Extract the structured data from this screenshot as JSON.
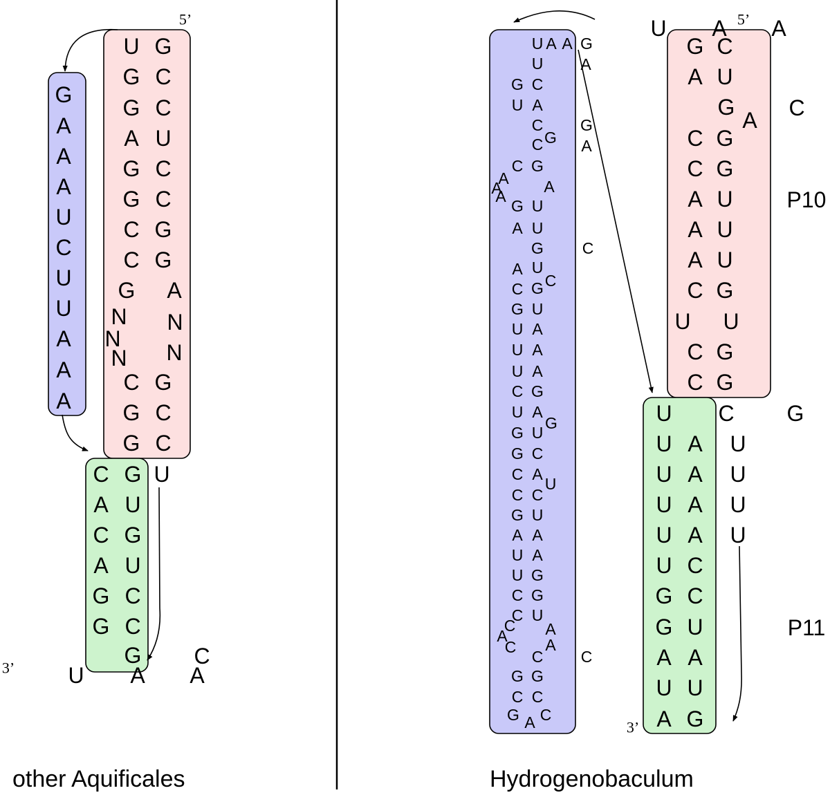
{
  "captions": {
    "left": "other Aquificales",
    "right": "Hydrogenobaculum"
  },
  "labels": {
    "p10": "P10",
    "p11": "P11",
    "five_prime": "5’",
    "three_prime": "3’"
  },
  "colors": {
    "red_box": "#fde0e0",
    "blue_box": "#c9c9f9",
    "green_box": "#cdf3cd",
    "stroke": "#000000"
  },
  "left_panel": {
    "red_box_letters": [
      "U",
      "G",
      "G",
      "C",
      "G",
      "C",
      "A",
      "U",
      "G",
      "C",
      "G",
      "C",
      "C",
      "G",
      "C",
      "G",
      "G",
      "A",
      "N",
      "N",
      "N",
      "N",
      "N",
      "C",
      "G",
      "G",
      "C",
      "G",
      "C"
    ],
    "blue_box_letters": [
      "G",
      "A",
      "A",
      "A",
      "U",
      "C",
      "U",
      "U",
      "A",
      "A",
      "A"
    ],
    "green_box_letters": [
      "C",
      "G",
      "A",
      "U",
      "C",
      "G",
      "A",
      "U",
      "G",
      "C",
      "G",
      "C",
      "G"
    ],
    "free_letters": [
      "U",
      "U",
      "A",
      "A",
      "C"
    ]
  },
  "right_panel": {
    "blue_box_letters": [
      "U",
      "A",
      "A",
      "G",
      "A",
      "U",
      "G",
      "C",
      "U",
      "A",
      "C",
      "G",
      "C",
      "A",
      "G",
      "C",
      "G",
      "A",
      "A",
      "A",
      "A",
      "G",
      "U",
      "A",
      "U",
      "G",
      "C",
      "A",
      "U",
      "C",
      "C",
      "G",
      "G",
      "U",
      "U",
      "A",
      "U",
      "A",
      "U",
      "A",
      "C",
      "G",
      "U",
      "A",
      "G",
      "G",
      "U",
      "G",
      "C",
      "C",
      "A",
      "U",
      "C",
      "C",
      "G",
      "U",
      "A",
      "A",
      "U",
      "A",
      "U",
      "G",
      "C",
      "G",
      "C",
      "U",
      "C",
      "A",
      "C",
      "A",
      "A",
      "C",
      "C",
      "G",
      "G",
      "C",
      "C",
      "G",
      "A",
      "C",
      "A",
      "G"
    ],
    "red_box_letters": [
      "G",
      "C",
      "A",
      "U",
      "G",
      "A",
      "C",
      "G",
      "C",
      "G",
      "A",
      "U",
      "A",
      "U",
      "A",
      "U",
      "C",
      "G",
      "U",
      "U",
      "C",
      "G",
      "C",
      "G"
    ],
    "green_box_letters": [
      "U",
      "U",
      "A",
      "U",
      "A",
      "U",
      "A",
      "U",
      "A",
      "U",
      "C",
      "G",
      "C",
      "G",
      "U",
      "A",
      "A",
      "U",
      "U",
      "A",
      "G",
      "C"
    ],
    "free_letters": [
      "U",
      "A",
      "A",
      "C",
      "G",
      "U",
      "U",
      "U",
      "U"
    ]
  }
}
